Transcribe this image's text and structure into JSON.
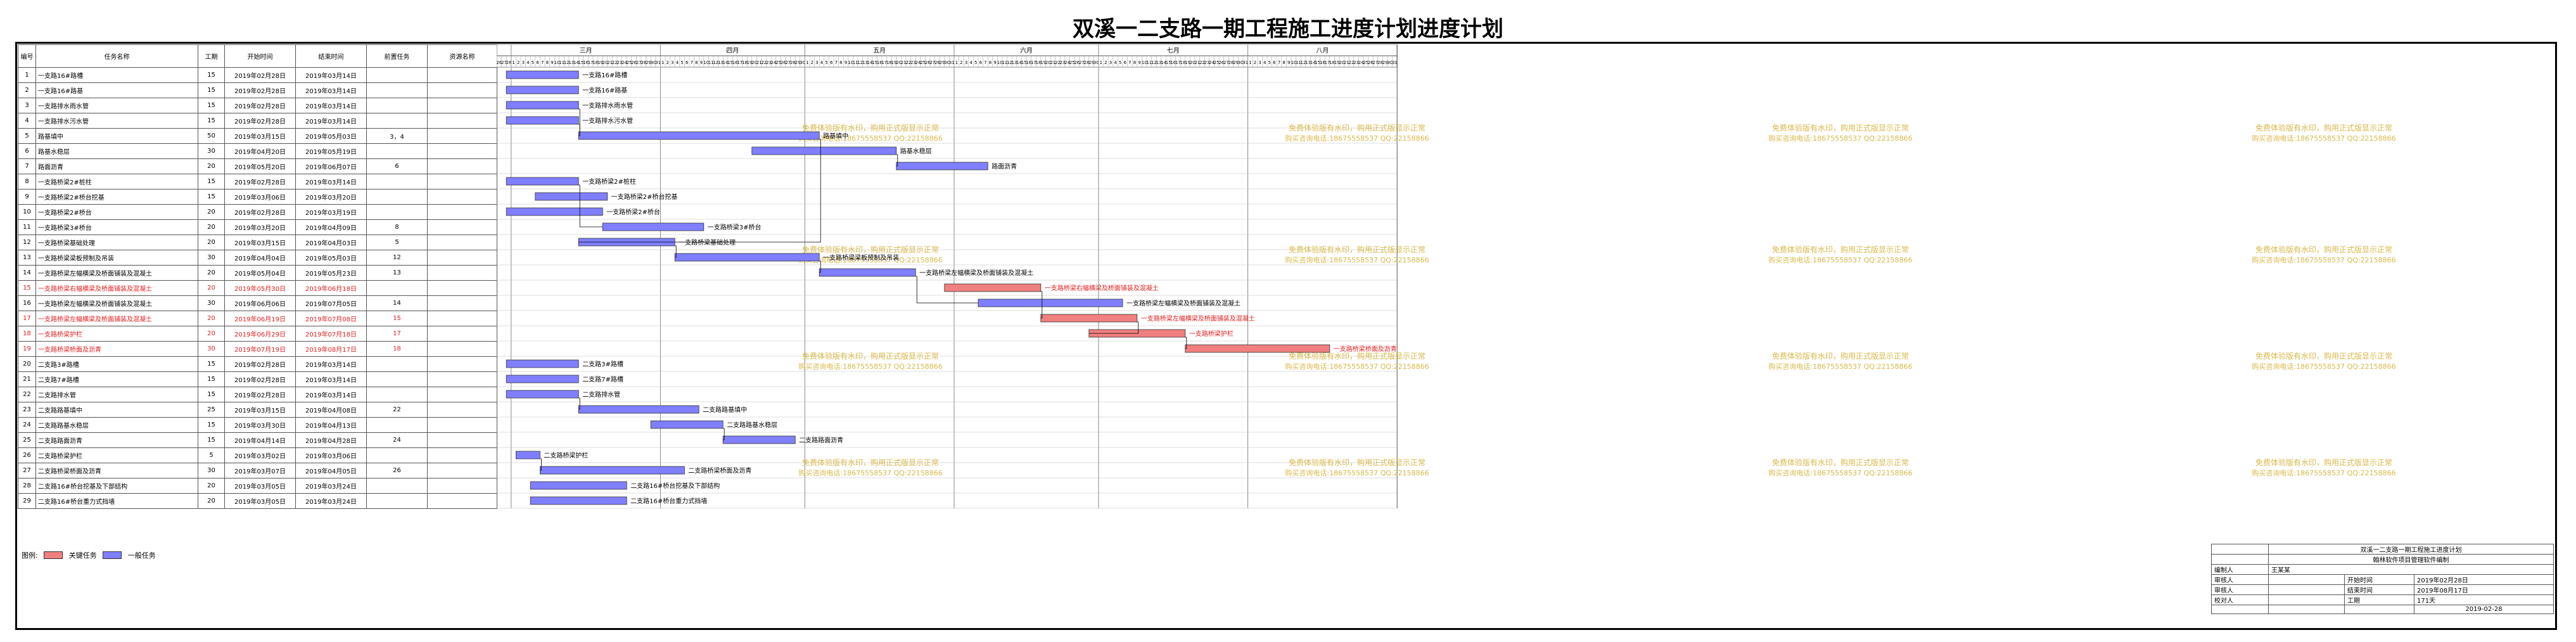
{
  "title": "双溪一二支路一期工程施工进度计划进度计划",
  "columns": {
    "id": "编号",
    "name": "任务名称",
    "duration": "工期",
    "start": "开始时间",
    "end": "结束时间",
    "pred": "前置任务",
    "res": "资源名称"
  },
  "months": [
    "三月",
    "四月",
    "五月",
    "六月",
    "七月",
    "八月"
  ],
  "month_days": [
    31,
    30,
    31,
    30,
    31,
    31
  ],
  "axis_start": {
    "month": 3,
    "day": 26
  },
  "watermark": {
    "line1": "免费体验版有水印，购用正式版显示正常",
    "line2": "购买咨询电话:18675558537 QQ:22158866"
  },
  "colors": {
    "normal": "#7f7fff",
    "critical": "#f07f7f"
  },
  "tasks": [
    {
      "id": "1",
      "name": "一支路16#路槽",
      "duration": "15",
      "start": "2019年02月28日",
      "end": "2019年03月14日",
      "pred": "",
      "s": 28,
      "e": 14,
      "m": 2,
      "me": 3,
      "crit": false,
      "label": "一支路16#路槽",
      "red": false
    },
    {
      "id": "2",
      "name": "一支路16#路基",
      "duration": "15",
      "start": "2019年02月28日",
      "end": "2019年03月14日",
      "pred": "",
      "crit": false,
      "label": "一支路16#路基",
      "red": false
    },
    {
      "id": "3",
      "name": "一支路排水雨水管",
      "duration": "15",
      "start": "2019年02月28日",
      "end": "2019年03月14日",
      "pred": "",
      "crit": false,
      "label": "一支路排水雨水管",
      "red": false
    },
    {
      "id": "4",
      "name": "一支路排水污水管",
      "duration": "15",
      "start": "2019年02月28日",
      "end": "2019年03月14日",
      "pred": "",
      "crit": false,
      "label": "一支路排水污水管",
      "red": false
    },
    {
      "id": "5",
      "name": "路基填中",
      "duration": "50",
      "start": "2019年03月15日",
      "end": "2019年05月03日",
      "pred": "3，4",
      "crit": false,
      "label": "路基填中",
      "red": false
    },
    {
      "id": "6",
      "name": "路基水稳层",
      "duration": "30",
      "start": "2019年04月20日",
      "end": "2019年05月19日",
      "pred": "",
      "crit": false,
      "label": "路基水稳层",
      "red": false
    },
    {
      "id": "7",
      "name": "路面沥青",
      "duration": "20",
      "start": "2019年05月20日",
      "end": "2019年06月07日",
      "pred": "6",
      "crit": false,
      "label": "路面沥青",
      "red": false
    },
    {
      "id": "8",
      "name": "一支路桥梁2#桩柱",
      "duration": "15",
      "start": "2019年02月28日",
      "end": "2019年03月14日",
      "pred": "",
      "crit": false,
      "label": "一支路桥梁2#桩柱",
      "red": false
    },
    {
      "id": "9",
      "name": "一支路桥梁2#桥台挖基",
      "duration": "15",
      "start": "2019年03月06日",
      "end": "2019年03月20日",
      "pred": "",
      "crit": false,
      "label": "一支路桥梁2#桥台挖基",
      "red": false
    },
    {
      "id": "10",
      "name": "一支路桥梁2#桥台",
      "duration": "20",
      "start": "2019年02月28日",
      "end": "2019年03月19日",
      "pred": "",
      "crit": false,
      "label": "一支路桥梁2#桥台",
      "red": false
    },
    {
      "id": "11",
      "name": "一支路桥梁3#桥台",
      "duration": "20",
      "start": "2019年03月20日",
      "end": "2019年04月09日",
      "pred": "8",
      "crit": false,
      "label": "一支路桥梁3#桥台",
      "red": false
    },
    {
      "id": "12",
      "name": "一支路桥梁基础处理",
      "duration": "20",
      "start": "2019年03月15日",
      "end": "2019年04月03日",
      "pred": "5",
      "crit": false,
      "label": "一支路桥梁基础处理",
      "red": false
    },
    {
      "id": "13",
      "name": "一支路桥梁梁板预制及吊装",
      "duration": "30",
      "start": "2019年04月04日",
      "end": "2019年05月03日",
      "pred": "12",
      "crit": false,
      "label": "一支路桥梁梁板预制及吊装",
      "red": false
    },
    {
      "id": "14",
      "name": "一支路桥梁左幅横梁及桥面铺装及混凝土",
      "duration": "20",
      "start": "2019年05月04日",
      "end": "2019年05月23日",
      "pred": "13",
      "crit": false,
      "label": "一支路桥梁左幅横梁及桥面铺装及混凝土",
      "red": false
    },
    {
      "id": "15",
      "name": "一支路桥梁右幅横梁及桥面铺装及混凝土",
      "duration": "20",
      "start": "2019年05月30日",
      "end": "2019年06月18日",
      "pred": "",
      "crit": true,
      "label": "一支路桥梁右幅横梁及桥面铺装及混凝土",
      "red": true
    },
    {
      "id": "16",
      "name": "一支路桥梁左幅横梁及桥面铺装及混凝土",
      "duration": "30",
      "start": "2019年06月06日",
      "end": "2019年07月05日",
      "pred": "14",
      "crit": false,
      "label": "一支路桥梁左幅横梁及桥面铺装及混凝土",
      "red": false
    },
    {
      "id": "17",
      "name": "一支路桥梁左幅横梁及桥面铺装及混凝土",
      "duration": "20",
      "start": "2019年06月19日",
      "end": "2019年07月08日",
      "pred": "15",
      "crit": true,
      "label": "一支路桥梁左幅横梁及桥面铺装及混凝土",
      "red": true
    },
    {
      "id": "18",
      "name": "一支路桥梁护栏",
      "duration": "20",
      "start": "2019年06月29日",
      "end": "2019年07月18日",
      "pred": "17",
      "crit": true,
      "label": "一支路桥梁护栏",
      "red": true
    },
    {
      "id": "19",
      "name": "一支路桥梁桥面及沥青",
      "duration": "30",
      "start": "2019年07月19日",
      "end": "2019年08月17日",
      "pred": "18",
      "crit": true,
      "label": "一支路桥梁桥面及沥青",
      "red": true
    },
    {
      "id": "20",
      "name": "二支路3#路槽",
      "duration": "15",
      "start": "2019年02月28日",
      "end": "2019年03月14日",
      "pred": "",
      "crit": false,
      "label": "二支路3#路槽",
      "red": false
    },
    {
      "id": "21",
      "name": "二支路7#路槽",
      "duration": "15",
      "start": "2019年02月28日",
      "end": "2019年03月14日",
      "pred": "",
      "crit": false,
      "label": "二支路7#路槽",
      "red": false
    },
    {
      "id": "22",
      "name": "二支路排水管",
      "duration": "15",
      "start": "2019年02月28日",
      "end": "2019年03月14日",
      "pred": "",
      "crit": false,
      "label": "二支路排水管",
      "red": false
    },
    {
      "id": "23",
      "name": "二支路路基填中",
      "duration": "25",
      "start": "2019年03月15日",
      "end": "2019年04月08日",
      "pred": "22",
      "crit": false,
      "label": "二支路路基填中",
      "red": false
    },
    {
      "id": "24",
      "name": "二支路路基水稳层",
      "duration": "15",
      "start": "2019年03月30日",
      "end": "2019年04月13日",
      "pred": "",
      "crit": false,
      "label": "二支路路基水稳层",
      "red": false
    },
    {
      "id": "25",
      "name": "二支路路面沥青",
      "duration": "15",
      "start": "2019年04月14日",
      "end": "2019年04月28日",
      "pred": "24",
      "crit": false,
      "label": "二支路路面沥青",
      "red": false
    },
    {
      "id": "26",
      "name": "二支路桥梁护栏",
      "duration": "5",
      "start": "2019年03月02日",
      "end": "2019年03月06日",
      "pred": "",
      "crit": false,
      "label": "二支路桥梁护栏",
      "red": false
    },
    {
      "id": "27",
      "name": "二支路桥梁桥面及沥青",
      "duration": "30",
      "start": "2019年03月07日",
      "end": "2019年04月05日",
      "pred": "26",
      "crit": false,
      "label": "二支路桥梁桥面及沥青",
      "red": false
    },
    {
      "id": "28",
      "name": "二支路16#桥台挖基及下部结构",
      "duration": "20",
      "start": "2019年03月05日",
      "end": "2019年03月24日",
      "pred": "",
      "crit": false,
      "label": "二支路16#桥台挖基及下部结构",
      "red": false
    },
    {
      "id": "29",
      "name": "二支路16#桥台重力式挡墙",
      "duration": "20",
      "start": "2019年03月05日",
      "end": "2019年03月24日",
      "pred": "",
      "crit": false,
      "label": "二支路16#桥台重力式挡墙",
      "red": false
    }
  ],
  "legend": {
    "label": "图例:",
    "critical": "关键任务",
    "normal": "一般任务"
  },
  "info": {
    "header": "双溪一二支路一期工程施工进度计划",
    "sub": "翰林软件项目管理软件编制",
    "r1k": "编制人",
    "r1v": "王某某",
    "r2k": "审核人",
    "r2v2": "开始时间",
    "r2v3": "2019年02月28日",
    "r3k": "审核人",
    "r3v2": "结束时间",
    "r3v3": "2019年08月17日",
    "r4k": "校对人",
    "r4v2": "工期",
    "r4v3": "171天",
    "date": "2019-02-28"
  }
}
